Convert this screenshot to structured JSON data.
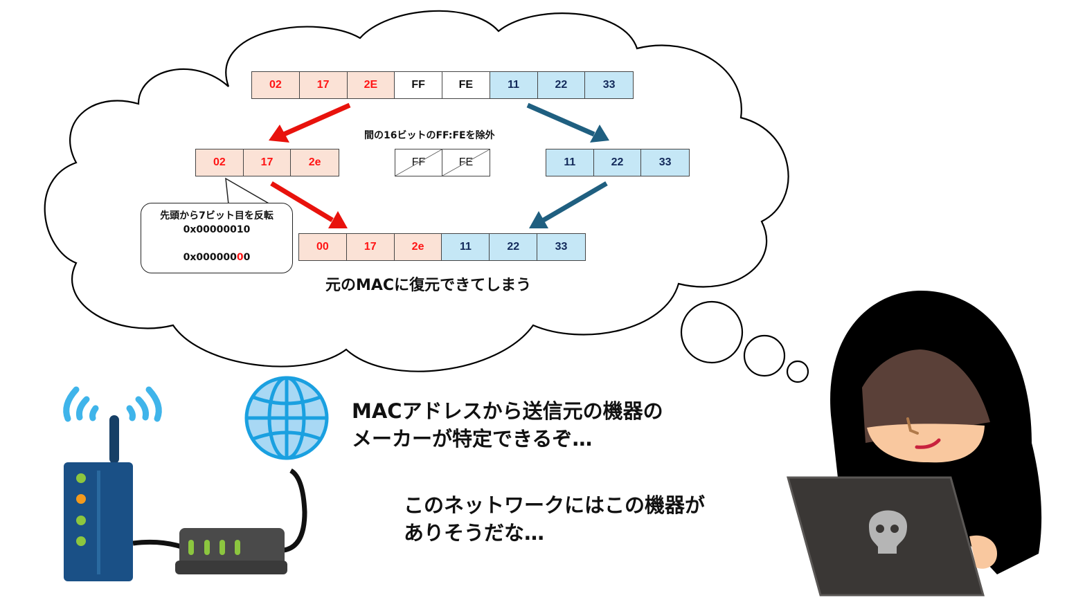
{
  "diagram": {
    "original_mac": {
      "cells": [
        {
          "value": "02",
          "group": "vendor"
        },
        {
          "value": "17",
          "group": "vendor"
        },
        {
          "value": "2E",
          "group": "vendor"
        },
        {
          "value": "FF",
          "group": "inserted"
        },
        {
          "value": "FE",
          "group": "inserted"
        },
        {
          "value": "11",
          "group": "host"
        },
        {
          "value": "22",
          "group": "host"
        },
        {
          "value": "33",
          "group": "host"
        }
      ]
    },
    "split_vendor": [
      "02",
      "17",
      "2e"
    ],
    "removed": [
      "FF",
      "FE"
    ],
    "split_host": [
      "11",
      "22",
      "33"
    ],
    "removed_caption": "間の16ビットのFF:FEを除外",
    "callout": {
      "title": "先頭から7ビット目を反転",
      "before": "0x00000010",
      "after_prefix": "0x000000",
      "after_flipped": "0",
      "after_suffix": "0"
    },
    "restored_mac": [
      "00",
      "17",
      "2e",
      "11",
      "22",
      "33"
    ],
    "restored_caption": "元のMACに復元できてしまう",
    "colors": {
      "vendor_fill": "#fbe2d6",
      "vendor_text": "#ff1414",
      "host_fill": "#c5e7f6",
      "host_text": "#12295a",
      "red_arrow": "#e8120c",
      "blue_arrow": "#1f5f80"
    }
  },
  "thoughts": {
    "line1a": "MACアドレスから送信元の機器の",
    "line1b": "メーカーが特定できるぞ…",
    "line2a": "このネットワークにはこの機器が",
    "line2b": "ありそうだな…"
  }
}
